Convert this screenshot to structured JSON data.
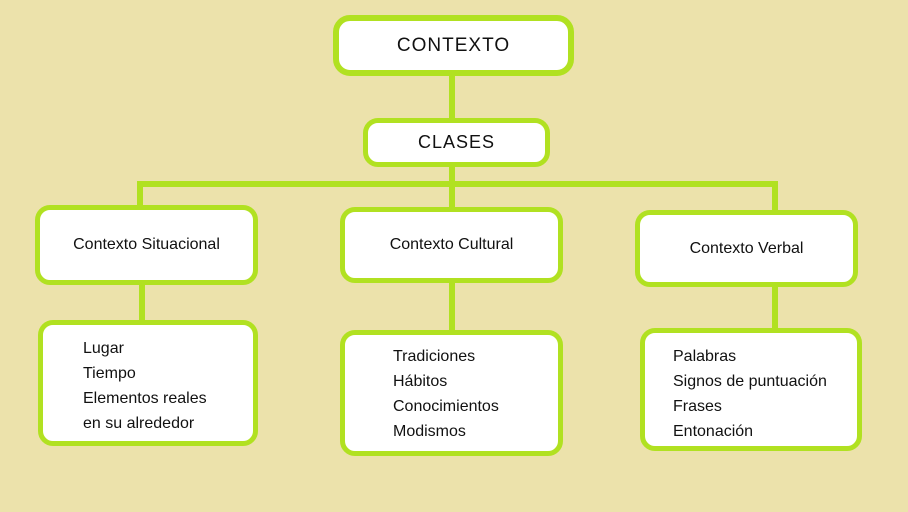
{
  "diagram": {
    "type": "concept-map",
    "background_color": "#ece2ab",
    "box_fill_color": "#ffffff",
    "accent_color": "#b1e121",
    "text_color": "#111111",
    "root_label": "CONTEXTO",
    "level2_label": "CLASES",
    "branches": [
      {
        "title": "Contexto Situacional",
        "items": [
          "Lugar",
          "Tiempo",
          "Elementos reales",
          "en su alrededor"
        ]
      },
      {
        "title": "Contexto Cultural",
        "items": [
          "Tradiciones",
          "Hábitos",
          "Conocimientos",
          "Modismos"
        ]
      },
      {
        "title": "Contexto Verbal",
        "items": [
          "Palabras",
          "Signos de puntuación",
          "Frases",
          "Entonación"
        ]
      }
    ]
  }
}
